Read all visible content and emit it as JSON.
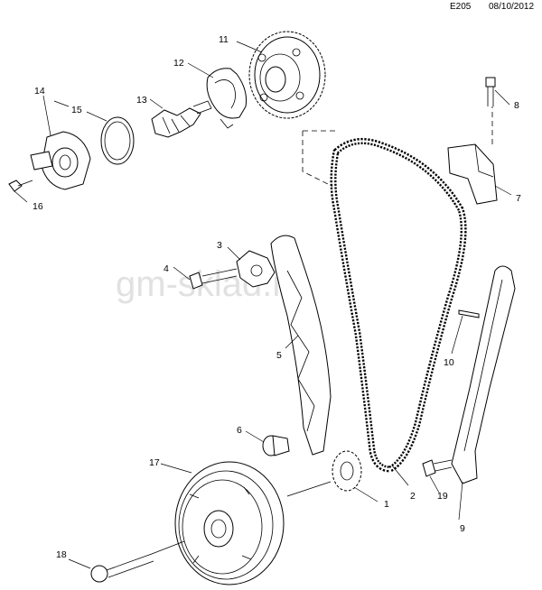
{
  "header": {
    "code": "E205",
    "date": "08/10/2012"
  },
  "watermark": "gm-sklad.ru",
  "callouts": [
    "1",
    "2",
    "3",
    "4",
    "5",
    "6",
    "7",
    "8",
    "9",
    "10",
    "11",
    "12",
    "13",
    "14",
    "15",
    "16",
    "17",
    "18",
    "19"
  ]
}
